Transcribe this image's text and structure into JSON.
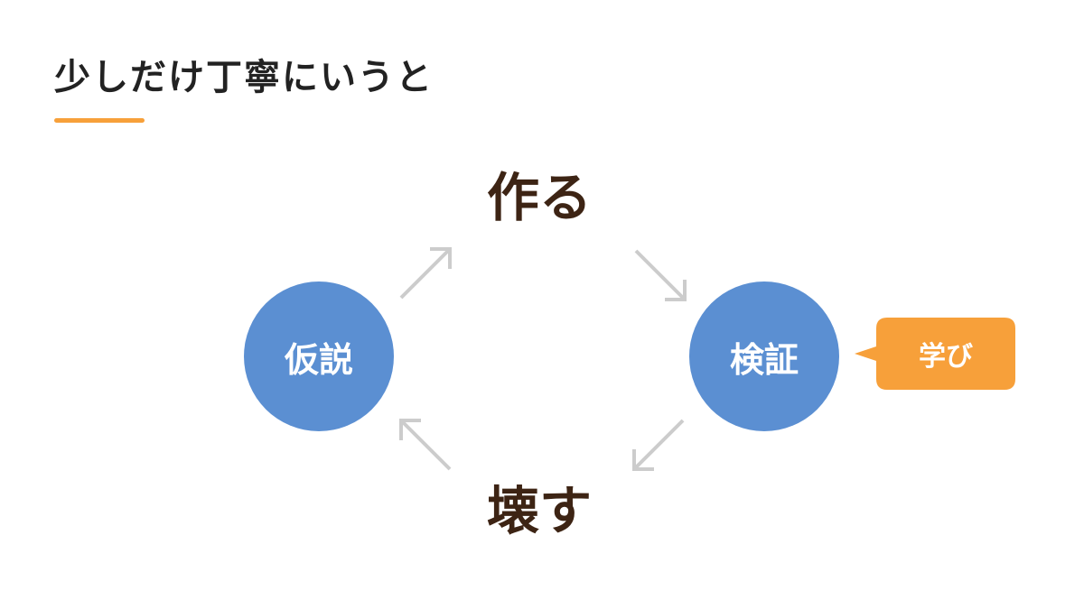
{
  "title": "少しだけ丁寧にいうと",
  "nodes": {
    "make": "作る",
    "verify": "検証",
    "break": "壊す",
    "hypothesis": "仮説"
  },
  "callout": {
    "label": "学び"
  },
  "colors": {
    "accent": "#f7a03a",
    "circle": "#5b8fd2",
    "arrow": "#cccccc",
    "node_text": "#3d2414",
    "title_text": "#222222"
  }
}
